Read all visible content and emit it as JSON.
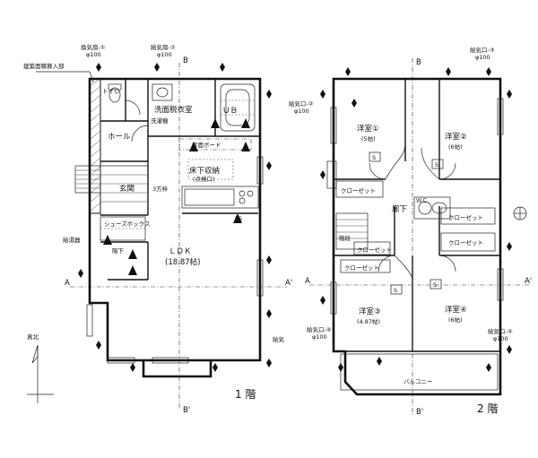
{
  "floor1": {
    "label": "1 階",
    "rooms": {
      "toilet": "トイレ",
      "washroom": "洗面脱衣室",
      "bath": "ＵＢ",
      "hall": "ホール",
      "entrance": "玄関",
      "storage": "床下収納",
      "storage_note": "(点検口)",
      "frame": "3方枠",
      "ldk": "ＬＤＫ",
      "ldk_size": "(18.87帖)",
      "hanger": "背面ボード",
      "wash_machine": "洗濯機",
      "shoebox": "シューズボックス",
      "stair_store": "階下",
      "kitchen_mark": "PS"
    },
    "annotations": {
      "area_note": "建築面積算入部",
      "supply_heater": "給湯器",
      "north": "真北",
      "vent_exhaust1": "換気扇-①",
      "vent_exhaust1_size": "φ100",
      "vent_exhaust2": "給気扇-②",
      "vent_exhaust2_size": "φ100",
      "vent_supply_side": "給気",
      "section_a": "A",
      "section_a2": "A'",
      "section_b": "B",
      "section_b2": "B'"
    }
  },
  "floor2": {
    "label": "2 階",
    "rooms": {
      "room1": "洋室①",
      "room1_size": "(5帖)",
      "room2": "洋室②",
      "room2_size": "(6帖)",
      "room3": "洋室③",
      "room3_size": "(4.87帖)",
      "room4": "洋室④",
      "room4_size": "(6帖)",
      "corridor": "廊下",
      "closet_a": "クローゼット",
      "closet_b": "クローゼット",
      "closet_c": "クローゼット",
      "closet_d": "クローゼット",
      "closet_e": "クローゼット",
      "balcony": "バルコニー",
      "stair": "階段",
      "wc": "ＷＣ",
      "shelf": "S"
    },
    "annotations": {
      "vent_supply2": "給気口-②",
      "vent_supply2_size": "φ100",
      "vent_supply3": "給気口-③",
      "vent_supply3_size": "φ100",
      "vent_supply4": "給気口-④",
      "vent_supply4_size": "φ100",
      "vent_supply5": "給気口-⑤",
      "vent_supply5_size": "φ100",
      "section_a": "A",
      "section_a2": "A'",
      "section_b": "B",
      "section_b2": "B'"
    }
  }
}
